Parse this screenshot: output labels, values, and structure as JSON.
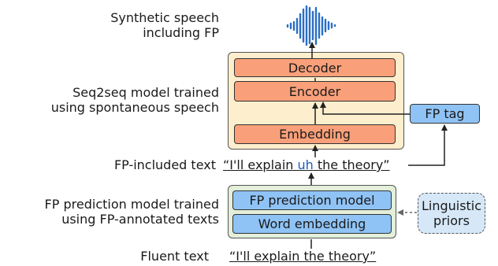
{
  "labels": {
    "synthetic_line1": "Synthetic speech",
    "synthetic_line2": "including FP",
    "seq2seq_line1": "Seq2seq model trained",
    "seq2seq_line2": "using spontaneous speech",
    "fp_included_text": "FP-included text",
    "fp_model_line1": "FP prediction model trained",
    "fp_model_line2": "using FP-annotated texts",
    "fluent_text": "Fluent text"
  },
  "seq2seq": {
    "decoder": "Decoder",
    "encoder": "Encoder",
    "embedding": "Embedding"
  },
  "fp_tag": "FP tag",
  "fp_model": {
    "prediction": "FP prediction model",
    "word_embedding": "Word embedding"
  },
  "priors": {
    "line1": "Linguistic",
    "line2": "priors"
  },
  "quotes": {
    "included_before": "“I'll explain ",
    "included_fp": "uh",
    "included_after": " the theory”",
    "fluent": "“I'll explain the theory”"
  },
  "colors": {
    "seq2seq_bg": "#fdeecd",
    "fp_model_bg": "#e3efd9",
    "orange_block": "#f9a07a",
    "blue_block": "#8fc3f5",
    "fp_word": "#1a5fb4",
    "waveform": "#2a6fc4"
  }
}
